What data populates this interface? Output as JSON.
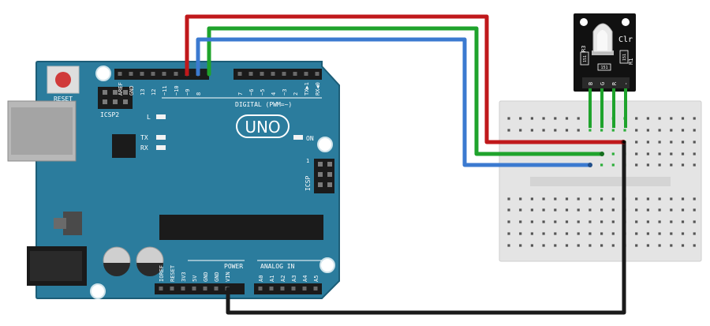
{
  "board": {
    "name": "UNO",
    "reset_label": "RESET",
    "icsp2_label": "ICSP2",
    "icsp_label": "ICSP",
    "icsp_pin1": "1",
    "digital_label": "DIGITAL (PWM=~)",
    "power_label": "POWER",
    "analog_label": "ANALOG IN",
    "led_l": "L",
    "led_tx": "TX",
    "led_rx": "RX",
    "led_on": "ON",
    "top_pins": [
      "AREF",
      "GND",
      "13",
      "12",
      "~11",
      "~10",
      "~9",
      "8",
      "7",
      "~6",
      "~5",
      "4",
      "~3",
      "2",
      "TX▶1",
      "RX◀0"
    ],
    "power_pins": [
      "IOREF",
      "RESET",
      "3V3",
      "5V",
      "GND",
      "GND",
      "VIN"
    ],
    "analog_pins": [
      "A0",
      "A1",
      "A2",
      "A3",
      "A4",
      "A5"
    ]
  },
  "module": {
    "label_clr": "Clr",
    "label_r3": "R3",
    "label_r1": "R1",
    "res_code": "151",
    "pin_labels": [
      "B",
      "G",
      "R",
      "-"
    ]
  },
  "wires": [
    {
      "name": "wire-red",
      "color": "#c0181b"
    },
    {
      "name": "wire-green",
      "color": "#1fa32c"
    },
    {
      "name": "wire-blue",
      "color": "#3b7ad0"
    },
    {
      "name": "wire-black",
      "color": "#1a1a1a"
    }
  ],
  "colors": {
    "board": "#2a7a9b",
    "board_edge": "#1f5f78",
    "breadboard": "#e6e6e6",
    "module": "#111111"
  }
}
